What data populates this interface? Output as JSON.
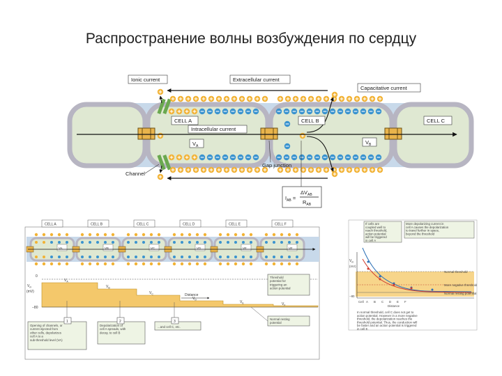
{
  "slide": {
    "title": "Распространение волны возбуждения по сердцу"
  },
  "top_figure": {
    "labels": {
      "ionic_current": "Ionic current",
      "extracellular_current": "Extracellular current",
      "capacitative_current": "Capacitative current",
      "cell_a": "CELL A",
      "cell_b": "CELL B",
      "cell_c": "CELL C",
      "intracellular_current": "Intracellular current",
      "va": "V",
      "va_sub": "A",
      "vb": "V",
      "vb_sub": "B",
      "channel": "Channel",
      "gap_junction": "Gap junction",
      "formula_lhs": "I",
      "formula_lhs_sub": "AB",
      "formula_num": "ΔV",
      "formula_num_sub": "AB",
      "formula_den": "R",
      "formula_den_sub": "AB"
    },
    "colors": {
      "cell_fill": "#dfe8d2",
      "membrane": "#b7b5c2",
      "positive": "#f2b234",
      "negative": "#3a93cf",
      "channel": "#6aa84f",
      "background_band": "#c8d9ea"
    }
  },
  "bottom_left_figure": {
    "cells": [
      "CELL A",
      "CELL B",
      "CELL C",
      "CELL D",
      "CELL E",
      "CELL F"
    ],
    "axis": {
      "y_label": "V",
      "y_label_sub": "m",
      "y_unit": "(mV)",
      "y_top": "0",
      "y_bottom": "−80",
      "x_label": "Distance"
    },
    "potentials": [
      "V",
      "V",
      "V",
      "V",
      "V",
      "V"
    ],
    "potential_subs": [
      "A",
      "B",
      "C",
      "D",
      "E",
      "F"
    ],
    "callouts": {
      "threshold": "Threshold potential for triggering an action potential",
      "resting": "Normal resting potential",
      "step1_num": "1",
      "step1": "Opening of channels, or current injected from other cells, depolarizes cell A to a sub-threshold level (V",
      "step1_sub": "A",
      "step1_end": ")",
      "step2_num": "2",
      "step2": "Depolarization of cell A spreads, with decay, to cell B",
      "step3_num": "3",
      "step3": "...and cell C, etc."
    },
    "colors": {
      "plot_fill": "#f4c86b",
      "callout_fill": "#eef4e4"
    }
  },
  "bottom_right_figure": {
    "note_top_left": "If cells are coupled well to reach threshold, action potential will be triggered in cell A",
    "note_top_right": "More depolarizing current in cell A causes the depolarization to travel further in space, beyond the threshold",
    "y_axis_label": "V",
    "y_axis_sub": "m",
    "y_axis_unit": "(mV)",
    "y_tick": "−80",
    "x_ticks": [
      "Cell",
      "A",
      "B",
      "C",
      "D",
      "E",
      "F"
    ],
    "x_label": "Distance",
    "lines": {
      "threshold": "Normal threshold",
      "more_negative": "More negative threshold",
      "resting": "Normal resting potential"
    },
    "note_bottom": "In normal threshold, cell C does not get to action potential. However in a more negative threshold, the depolarization reaches the threshold potential. Thus, the conduction will be faster and an action potential is triggered in cell E.",
    "colors": {
      "fill": "#f7d58a",
      "curve_blue": "#2b6fb6",
      "curve_red": "#cf3a2c"
    }
  }
}
